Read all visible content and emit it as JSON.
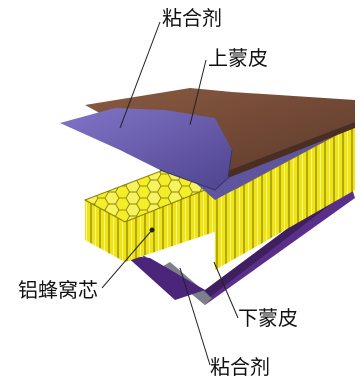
{
  "labels": {
    "top_adhesive": "粘合剂",
    "upper_skin": "上蒙皮",
    "honeycomb_core": "铝蜂窝芯",
    "lower_skin": "下蒙皮",
    "bottom_adhesive": "粘合剂"
  },
  "colors": {
    "upper_skin": "#7a4f3a",
    "adhesive_film": "#6a5fb0",
    "honeycomb": "#f4ee2a",
    "lower_skin_purple": "#5a2f8a",
    "lower_skin_edge": "#7d7f8a"
  }
}
